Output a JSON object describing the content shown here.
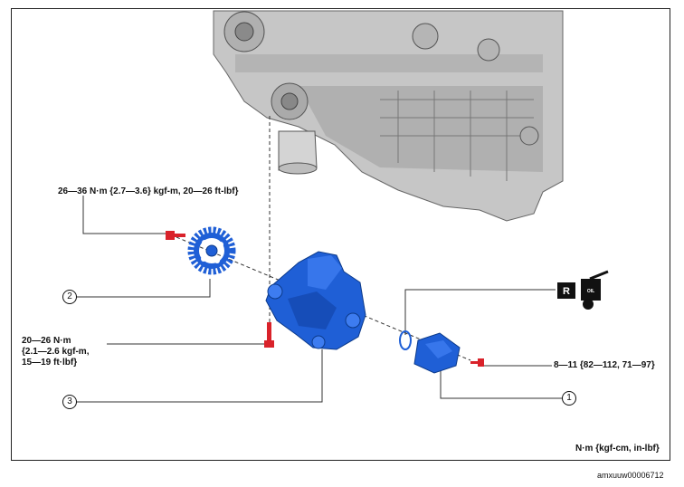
{
  "torques": {
    "t1": "26—36 N·m {2.7—3.6} kgf-m, 20—26 ft-lbf}",
    "t2_line1": "20—26 N·m",
    "t2_line2": "{2.1—2.6 kgf-m,",
    "t2_line3": "15—19 ft·lbf}",
    "t3": "8—11 {82—112, 71—97}"
  },
  "callouts": {
    "c1": "1",
    "c2": "2",
    "c3": "3"
  },
  "units": "N·m {kgf-cm, in-lbf}",
  "image_code": "amxuuw00006712",
  "symbol": {
    "letter": "R",
    "oil": "OIL"
  },
  "colors": {
    "pump_blue": "#1f5fd6",
    "bolt_red": "#d9222a",
    "engine_gray": "#bdbdbd"
  }
}
